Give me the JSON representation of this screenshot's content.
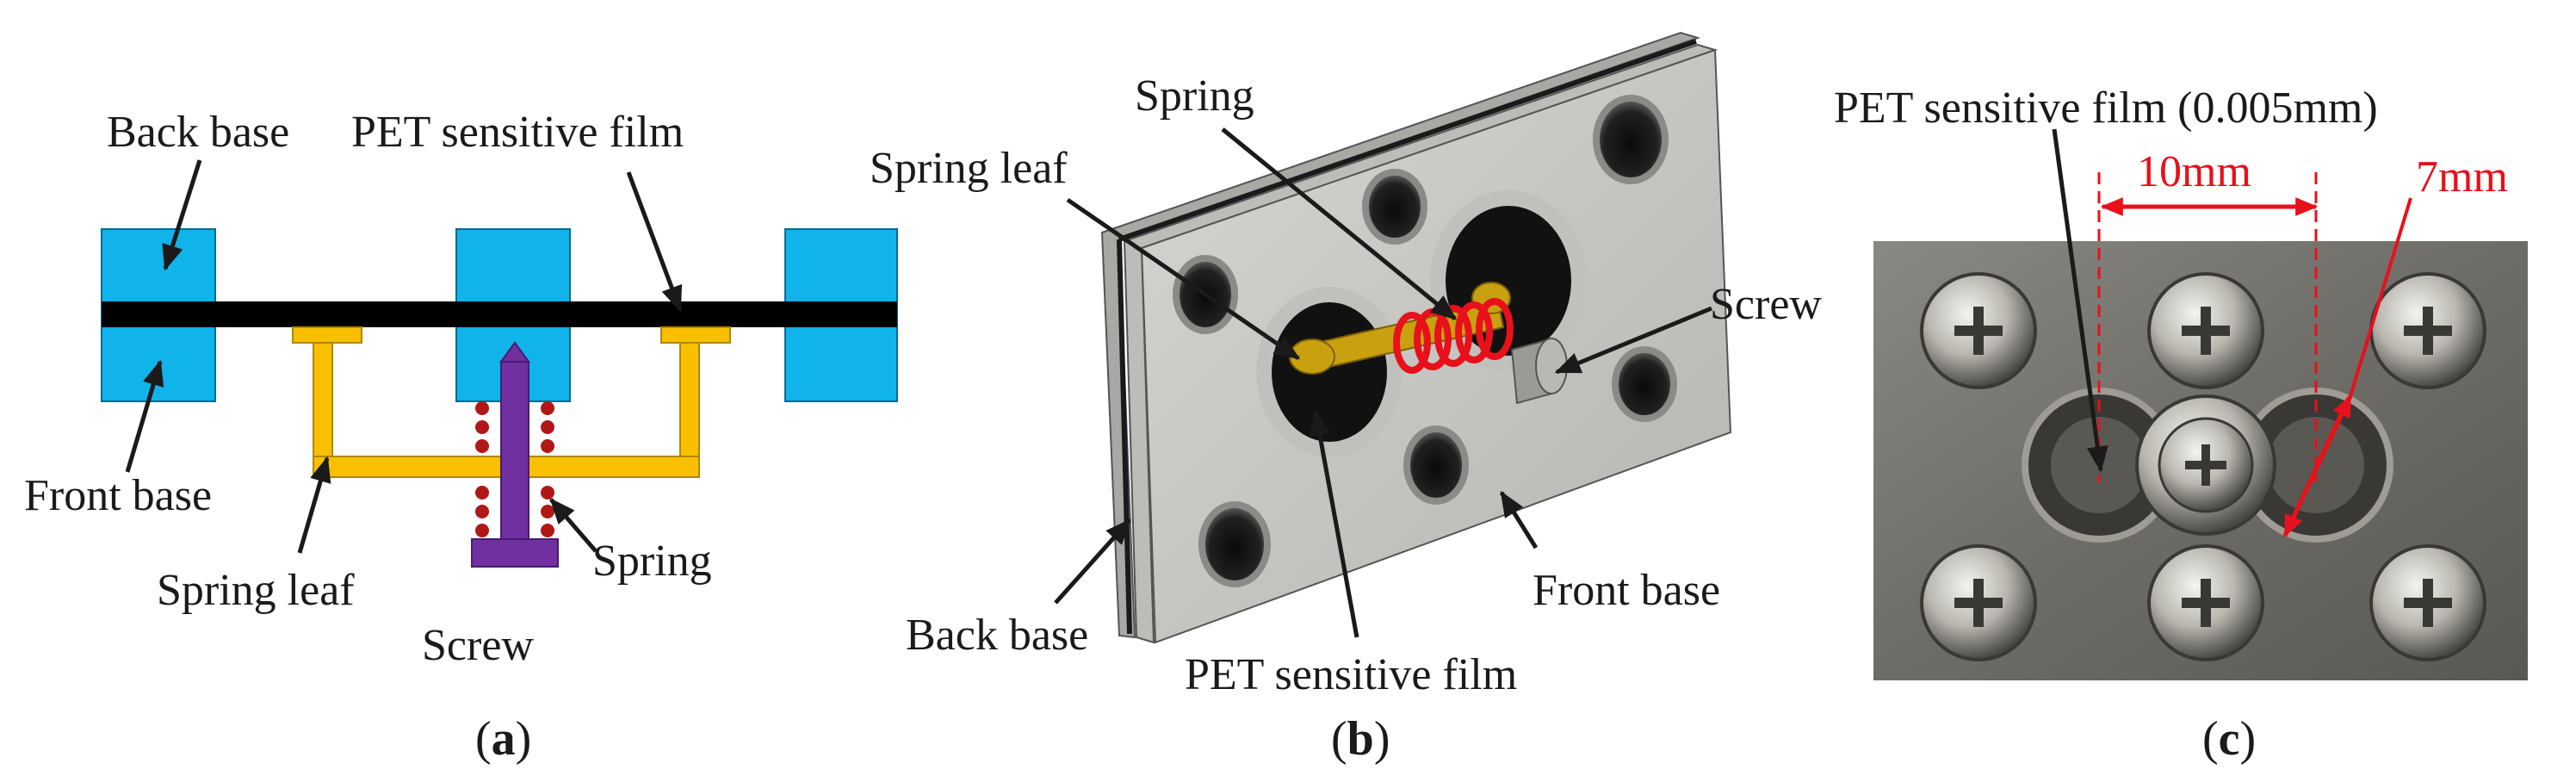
{
  "panel_a": {
    "labels": {
      "back_base": "Back base",
      "pet_film": "PET sensitive film",
      "front_base": "Front base",
      "spring_leaf": "Spring leaf",
      "screw": "Screw",
      "spring": "Spring"
    },
    "caption_letter": "a"
  },
  "panel_b": {
    "labels": {
      "spring": "Spring",
      "spring_leaf": "Spring leaf",
      "screw": "Screw",
      "back_base": "Back base",
      "front_base": "Front base",
      "pet_film": "PET sensitive film"
    },
    "caption_letter": "b"
  },
  "panel_c": {
    "labels": {
      "pet_film": "PET sensitive film (0.005mm)",
      "dim_width": "10mm",
      "dim_diameter": "7mm"
    },
    "caption_letter": "c"
  },
  "colors": {
    "base_blue": "#10b4ea",
    "film_black": "#000000",
    "leaf_yellow": "#f8c000",
    "screw_purple": "#7030a0",
    "spring_red": "#b01818",
    "dimension_red": "#e8101a",
    "plate_gray": "#c8c8c4",
    "photo_metal": "#7c7a74"
  },
  "icons": {
    "panel_a": "cross-section-schematic",
    "panel_b": "3d-assembly-render",
    "panel_c": "sensor-photograph"
  }
}
